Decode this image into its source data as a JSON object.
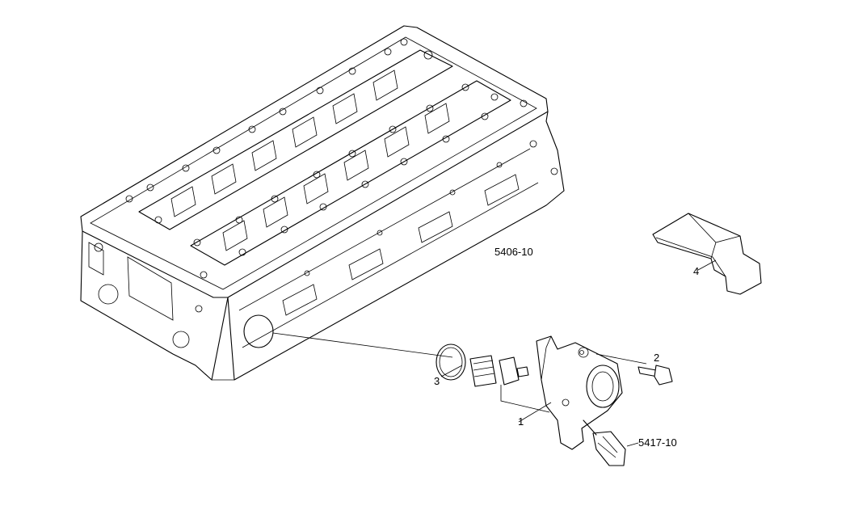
{
  "labels": {
    "ref_cylinder_head": "5406-10",
    "ref_thermostat": "5417-10",
    "item_1": "1",
    "item_2": "2",
    "item_3": "3",
    "item_4": "4"
  }
}
